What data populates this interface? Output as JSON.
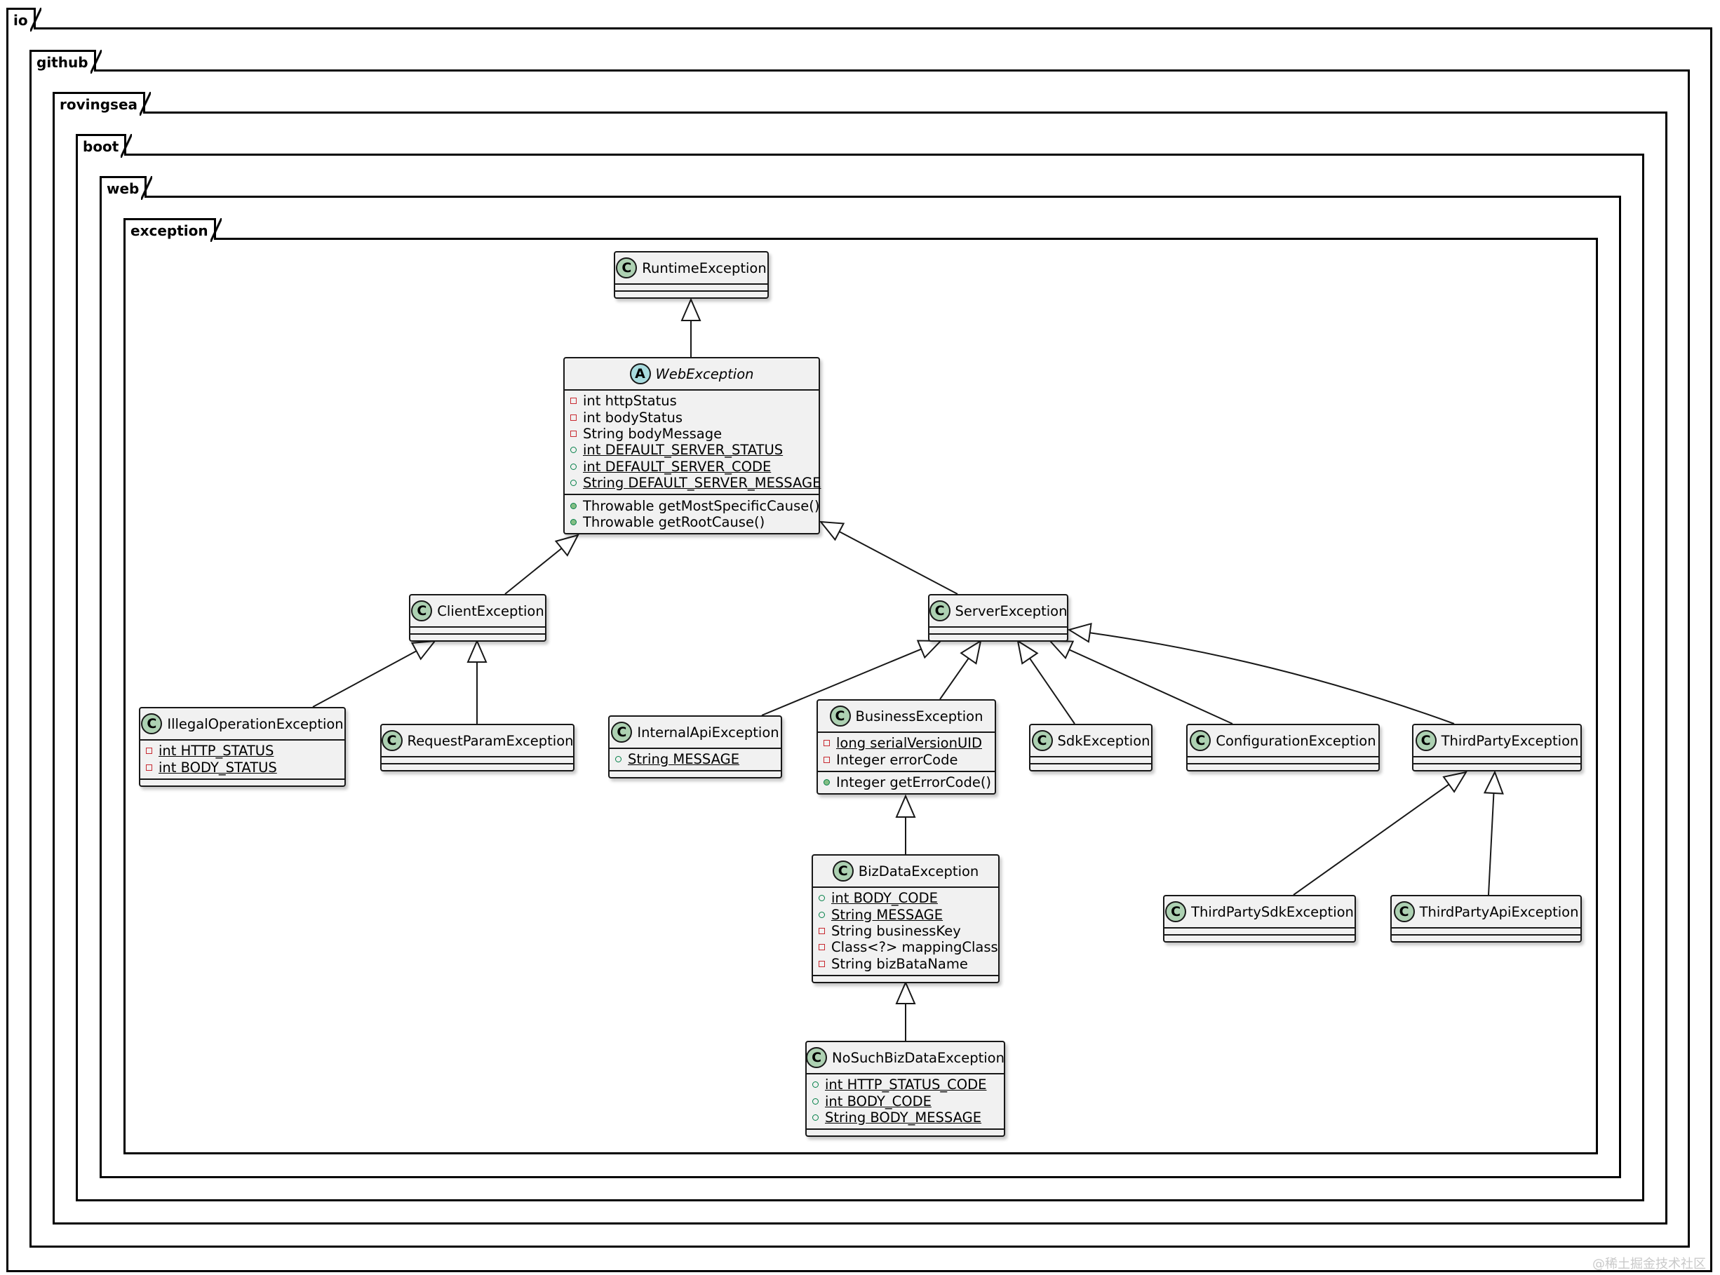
{
  "packages": [
    {
      "id": "pkg_io",
      "name": "io"
    },
    {
      "id": "pkg_github",
      "name": "github"
    },
    {
      "id": "pkg_rovingsea",
      "name": "rovingsea"
    },
    {
      "id": "pkg_boot",
      "name": "boot"
    },
    {
      "id": "pkg_web",
      "name": "web"
    },
    {
      "id": "pkg_exception",
      "name": "exception"
    }
  ],
  "classes": [
    {
      "id": "RuntimeException",
      "name": "RuntimeException",
      "stereotype": "C",
      "abstract": false,
      "fields": [],
      "methods": []
    },
    {
      "id": "WebException",
      "name": "WebException",
      "stereotype": "A",
      "abstract": true,
      "fields": [
        {
          "visibility": "private",
          "static": false,
          "text": "int httpStatus"
        },
        {
          "visibility": "private",
          "static": false,
          "text": "int bodyStatus"
        },
        {
          "visibility": "private",
          "static": false,
          "text": "String bodyMessage"
        },
        {
          "visibility": "public",
          "static": true,
          "text": "int DEFAULT_SERVER_STATUS"
        },
        {
          "visibility": "public",
          "static": true,
          "text": "int DEFAULT_SERVER_CODE"
        },
        {
          "visibility": "public",
          "static": true,
          "text": "String DEFAULT_SERVER_MESSAGE"
        }
      ],
      "methods": [
        {
          "visibility": "public",
          "static": false,
          "text": "Throwable getMostSpecificCause()"
        },
        {
          "visibility": "public",
          "static": false,
          "text": "Throwable getRootCause()"
        }
      ]
    },
    {
      "id": "ClientException",
      "name": "ClientException",
      "stereotype": "C",
      "abstract": false,
      "fields": [],
      "methods": []
    },
    {
      "id": "ServerException",
      "name": "ServerException",
      "stereotype": "C",
      "abstract": false,
      "fields": [],
      "methods": []
    },
    {
      "id": "IllegalOperationException",
      "name": "IllegalOperationException",
      "stereotype": "C",
      "abstract": false,
      "fields": [
        {
          "visibility": "private",
          "static": true,
          "text": "int HTTP_STATUS"
        },
        {
          "visibility": "private",
          "static": true,
          "text": "int BODY_STATUS"
        }
      ],
      "methods": []
    },
    {
      "id": "RequestParamException",
      "name": "RequestParamException",
      "stereotype": "C",
      "abstract": false,
      "fields": [],
      "methods": []
    },
    {
      "id": "InternalApiException",
      "name": "InternalApiException",
      "stereotype": "C",
      "abstract": false,
      "fields": [
        {
          "visibility": "public",
          "static": true,
          "text": "String MESSAGE"
        }
      ],
      "methods": []
    },
    {
      "id": "BusinessException",
      "name": "BusinessException",
      "stereotype": "C",
      "abstract": false,
      "fields": [
        {
          "visibility": "private",
          "static": true,
          "text": "long serialVersionUID"
        },
        {
          "visibility": "private",
          "static": false,
          "text": "Integer errorCode"
        }
      ],
      "methods": [
        {
          "visibility": "public",
          "static": false,
          "text": "Integer getErrorCode()"
        }
      ]
    },
    {
      "id": "SdkException",
      "name": "SdkException",
      "stereotype": "C",
      "abstract": false,
      "fields": [],
      "methods": []
    },
    {
      "id": "ConfigurationException",
      "name": "ConfigurationException",
      "stereotype": "C",
      "abstract": false,
      "fields": [],
      "methods": []
    },
    {
      "id": "ThirdPartyException",
      "name": "ThirdPartyException",
      "stereotype": "C",
      "abstract": false,
      "fields": [],
      "methods": []
    },
    {
      "id": "BizDataException",
      "name": "BizDataException",
      "stereotype": "C",
      "abstract": false,
      "fields": [
        {
          "visibility": "public",
          "static": true,
          "text": "int BODY_CODE"
        },
        {
          "visibility": "public",
          "static": true,
          "text": "String MESSAGE"
        },
        {
          "visibility": "private",
          "static": false,
          "text": "String businessKey"
        },
        {
          "visibility": "private",
          "static": false,
          "text": "Class<?> mappingClass"
        },
        {
          "visibility": "private",
          "static": false,
          "text": "String bizBataName"
        }
      ],
      "methods": []
    },
    {
      "id": "ThirdPartySdkException",
      "name": "ThirdPartySdkException",
      "stereotype": "C",
      "abstract": false,
      "fields": [],
      "methods": []
    },
    {
      "id": "ThirdPartyApiException",
      "name": "ThirdPartyApiException",
      "stereotype": "C",
      "abstract": false,
      "fields": [],
      "methods": []
    },
    {
      "id": "NoSuchBizDataException",
      "name": "NoSuchBizDataException",
      "stereotype": "C",
      "abstract": false,
      "fields": [
        {
          "visibility": "public",
          "static": true,
          "text": "int HTTP_STATUS_CODE"
        },
        {
          "visibility": "public",
          "static": true,
          "text": "int BODY_CODE"
        },
        {
          "visibility": "public",
          "static": true,
          "text": "String BODY_MESSAGE"
        }
      ],
      "methods": []
    }
  ],
  "inheritance": [
    {
      "child": "WebException",
      "parent": "RuntimeException"
    },
    {
      "child": "ClientException",
      "parent": "WebException"
    },
    {
      "child": "ServerException",
      "parent": "WebException"
    },
    {
      "child": "IllegalOperationException",
      "parent": "ClientException"
    },
    {
      "child": "RequestParamException",
      "parent": "ClientException"
    },
    {
      "child": "InternalApiException",
      "parent": "ServerException"
    },
    {
      "child": "BusinessException",
      "parent": "ServerException"
    },
    {
      "child": "SdkException",
      "parent": "ServerException"
    },
    {
      "child": "ConfigurationException",
      "parent": "ServerException"
    },
    {
      "child": "ThirdPartyException",
      "parent": "ServerException"
    },
    {
      "child": "BizDataException",
      "parent": "BusinessException"
    },
    {
      "child": "NoSuchBizDataException",
      "parent": "BizDataException"
    },
    {
      "child": "ThirdPartySdkException",
      "parent": "ThirdPartyException"
    },
    {
      "child": "ThirdPartyApiException",
      "parent": "ThirdPartyException"
    }
  ],
  "colors": {
    "class_fill": "#f1f1f1",
    "class_border": "#181818",
    "class_badge": "#add1b2",
    "abstract_badge": "#a9dcdf",
    "private_marker": "#c82930",
    "public_marker": "#038048"
  },
  "watermark": "@稀土掘金技术社区"
}
